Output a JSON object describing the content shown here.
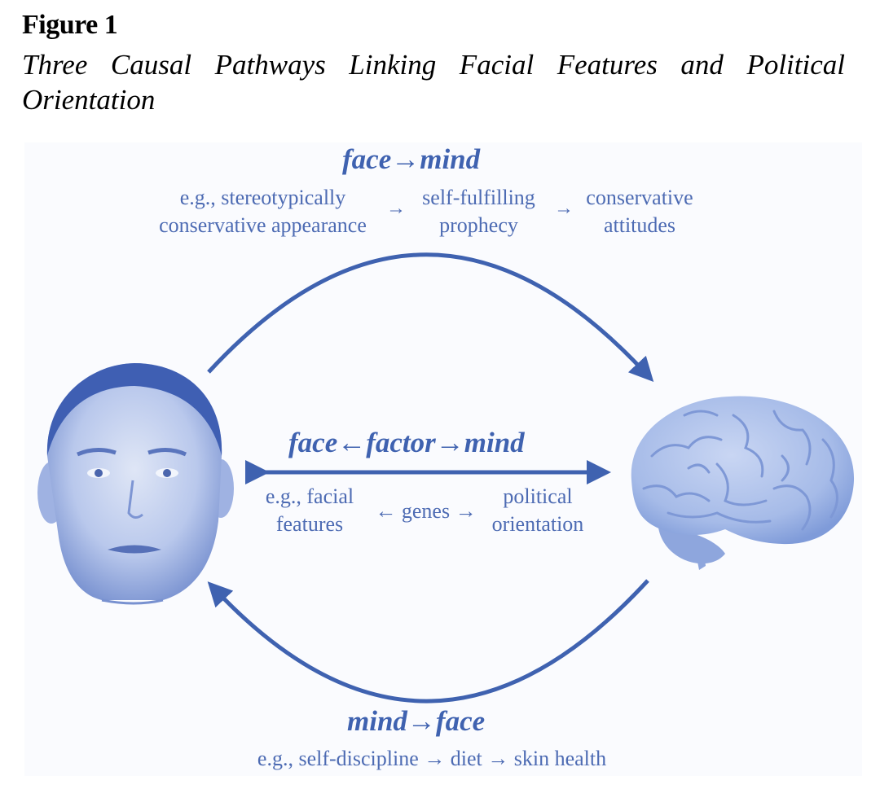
{
  "figure": {
    "label": "Figure 1",
    "title": "Three Causal Pathways Linking Facial Features and Political Orientation"
  },
  "colors": {
    "accent": "#3f62b0",
    "panel_background": "#fafbfe",
    "face_tint": "#4a6cc0",
    "brain_tint": "#a7bce8"
  },
  "nodes": {
    "face": {
      "icon": "face-photo-icon"
    },
    "brain": {
      "icon": "brain-icon"
    }
  },
  "pathways": {
    "face_to_mind": {
      "title": "face→mind",
      "example_1_line1": "e.g., stereotypically",
      "example_1_line2": "conservative appearance",
      "example_2_line1": "self-fulfilling",
      "example_2_line2": "prophecy",
      "example_3_line1": "conservative",
      "example_3_line2": "attitudes",
      "arrow": "→"
    },
    "factor": {
      "title": "face←factor→mind",
      "left_line1": "e.g., facial",
      "left_line2": "features",
      "middle": "← genes →",
      "right_line1": "political",
      "right_line2": "orientation"
    },
    "mind_to_face": {
      "title": "mind→face",
      "example": "e.g., self-discipline → diet → skin health"
    }
  }
}
